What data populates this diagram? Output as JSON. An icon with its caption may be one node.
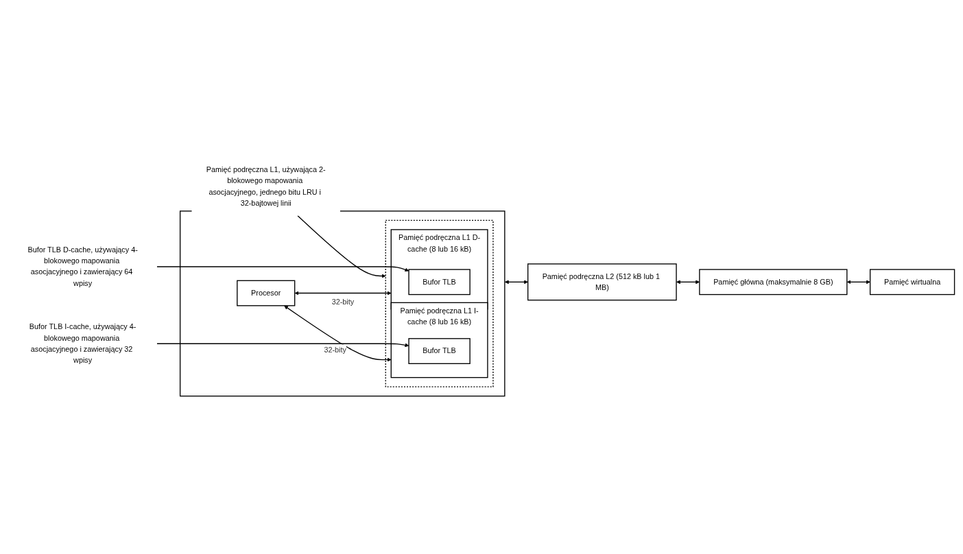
{
  "diagram": {
    "nodes": [
      {
        "text": [],
        "shape": "box"
      },
      {
        "text": [
          "Pamięć podręczna L1, używająca 2-blokowego mapowania asocjacyjnego, jednego bitu LRU i 32-bajtowej linii"
        ]
      },
      {
        "text": [],
        "shape": "box",
        "in": 0
      },
      {
        "text": [
          "Procesor"
        ],
        "in": 0
      },
      {
        "text": [
          "Pamięć podręczna L1 I-cache (8 lub 16 kB)"
        ],
        "in": 2
      },
      {
        "text": [
          "Bufor TLB"
        ],
        "in": 4
      },
      {
        "text": [
          "Pamięć podręczna L1 D-cache (8 lub 16 kB)"
        ],
        "in": 2
      },
      {
        "text": [
          "Bufor TLB"
        ],
        "in": 6
      },
      {
        "text": [
          "Pamięć podręczna L2 (512 kB lub 1 MB)"
        ]
      },
      {
        "text": [
          "Pamięć główna (maksymalnie 8 GB)"
        ]
      },
      {
        "text": [
          "Pamięć wirtualna"
        ]
      },
      {
        "text": [
          "Bufor TLB D-cache, używający 4-blokowego mapowania asocjacyjnego i zawierający 64 wpisy"
        ]
      },
      {
        "text": [
          "Bufor TLB I-cache, używający 4-blokowego mapowania asocjacyjnego i zawierający 32 wpisy"
        ]
      }
    ],
    "edges": [
      {
        "from": 1,
        "to": 2,
        "arrow": "to"
      },
      {
        "from": 3,
        "to": 4,
        "arrow": "both",
        "label": "32-bity"
      },
      {
        "from": 3,
        "to": 6,
        "arrow": "both",
        "label": "32-bity"
      },
      {
        "from": 0,
        "to": 8,
        "arrow": "both"
      },
      {
        "from": 8,
        "to": 9,
        "arrow": "both"
      },
      {
        "from": 9,
        "to": 10,
        "arrow": "both"
      },
      {
        "from": 11,
        "to": 7,
        "arrow": "to"
      },
      {
        "from": 12,
        "to": 5,
        "arrow": "to"
      }
    ]
  }
}
